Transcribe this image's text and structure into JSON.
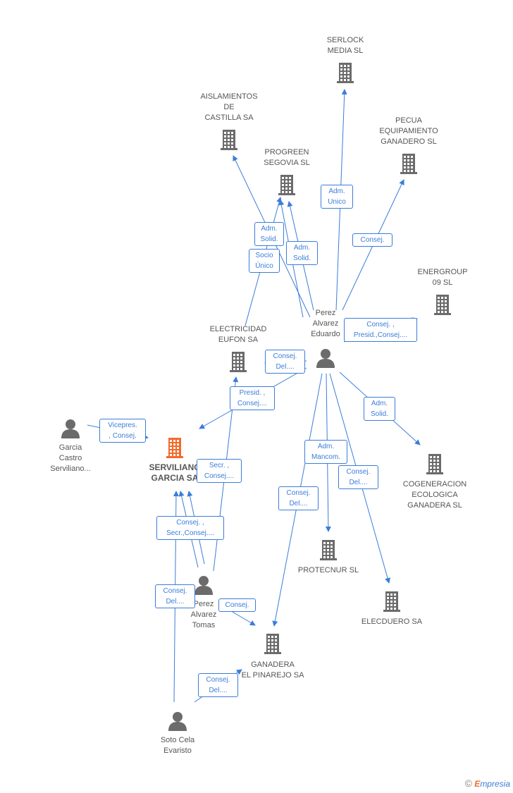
{
  "colors": {
    "edge": "#3b7dd8",
    "building": "#6b6b6b",
    "focus_building": "#f26a2c",
    "person": "#6b6b6b"
  },
  "nodes": {
    "serlock": "SERLOCK\nMEDIA SL",
    "aislamientos": "AISLAMIENTOS\nDE\nCASTILLA SA",
    "progreen": "PROGREEN\nSEGOVIA SL",
    "pecua": "PECUA\nEQUIPAMIENTO\nGANADERO SL",
    "energroup": "ENERGROUP\n09 SL",
    "electricidad": "ELECTRICIDAD\nEUFON SA",
    "perez_eduardo": "Perez\nAlvarez\nEduardo",
    "garcia_castro": "Garcia\nCastro\nServiliano...",
    "serviliano": "SERVILIANO\nGARCIA SA",
    "cogeneracion": "COGENERACION\nECOLOGICA\nGANADERA SL",
    "protecnur": "PROTECNUR  SL",
    "elecduero": "ELECDUERO SA",
    "perez_tomas": "Perez\nAlvarez\nTomas",
    "ganadera": "GANADERA\nEL PINAREJO SA",
    "soto": "Soto Cela\nEvaristo"
  },
  "edge_labels": {
    "adm_unico": "Adm.\nUnico",
    "adm_solid_1": "Adm.\nSolid.",
    "socio_unico": "Socio\nÚnico",
    "adm_solid_2": "Adm.\nSolid.",
    "consej_pecua": "Consej.",
    "consej_presid_energroup": "Consej. ,\nPresid.,Consej....",
    "consej_del_electricidad": "Consej.\nDel....",
    "presid_consej_serviliano": "Presid. ,\nConsej....",
    "vicepres_consej": "Vicepres.\n, Consej.",
    "adm_solid_cogeneracion": "Adm.\nSolid.",
    "adm_mancom": "Adm.\nMancom.",
    "consej_del_elecduero": "Consej.\nDel....",
    "consej_del_ganadera_eduardo": "Consej.\nDel....",
    "secr_consej": "Secr. ,\nConsej....",
    "consej_secr_consej": "Consej. ,\nSecr.,Consej....",
    "consej_del_soto": "Consej.\nDel....",
    "consej_tomas_ganadera": "Consej.",
    "consej_del_soto_ganadera": "Consej.\nDel...."
  },
  "copyright": {
    "symbol": "©",
    "brand_e": "E",
    "brand_rest": "mpresia"
  }
}
